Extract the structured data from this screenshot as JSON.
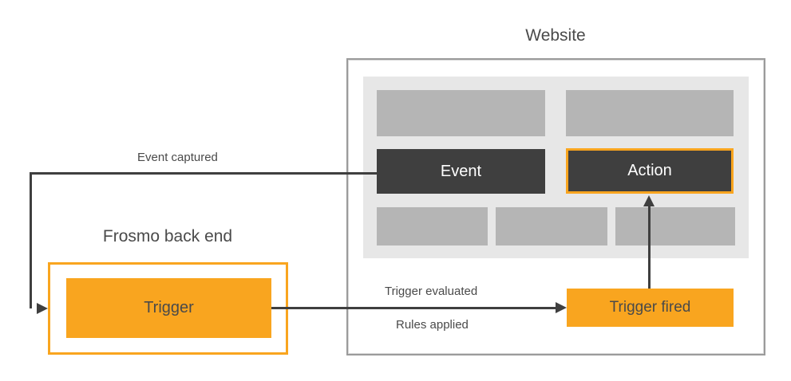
{
  "diagram": {
    "website": {
      "title": "Website",
      "event_label": "Event",
      "action_label": "Action",
      "trigger_fired_label": "Trigger fired"
    },
    "backend": {
      "title": "Frosmo back end",
      "trigger_label": "Trigger"
    },
    "edge_labels": {
      "event_captured": "Event captured",
      "trigger_evaluated": "Trigger evaluated",
      "rules_applied": "Rules applied"
    },
    "colors": {
      "accent_orange": "#f9a51f",
      "dark_box": "#3f3f3f",
      "placeholder_gray": "#b5b5b5",
      "panel_gray": "#e7e7e7",
      "website_border_gray": "#9b9b9b",
      "text_gray": "#4a4a4a"
    }
  }
}
